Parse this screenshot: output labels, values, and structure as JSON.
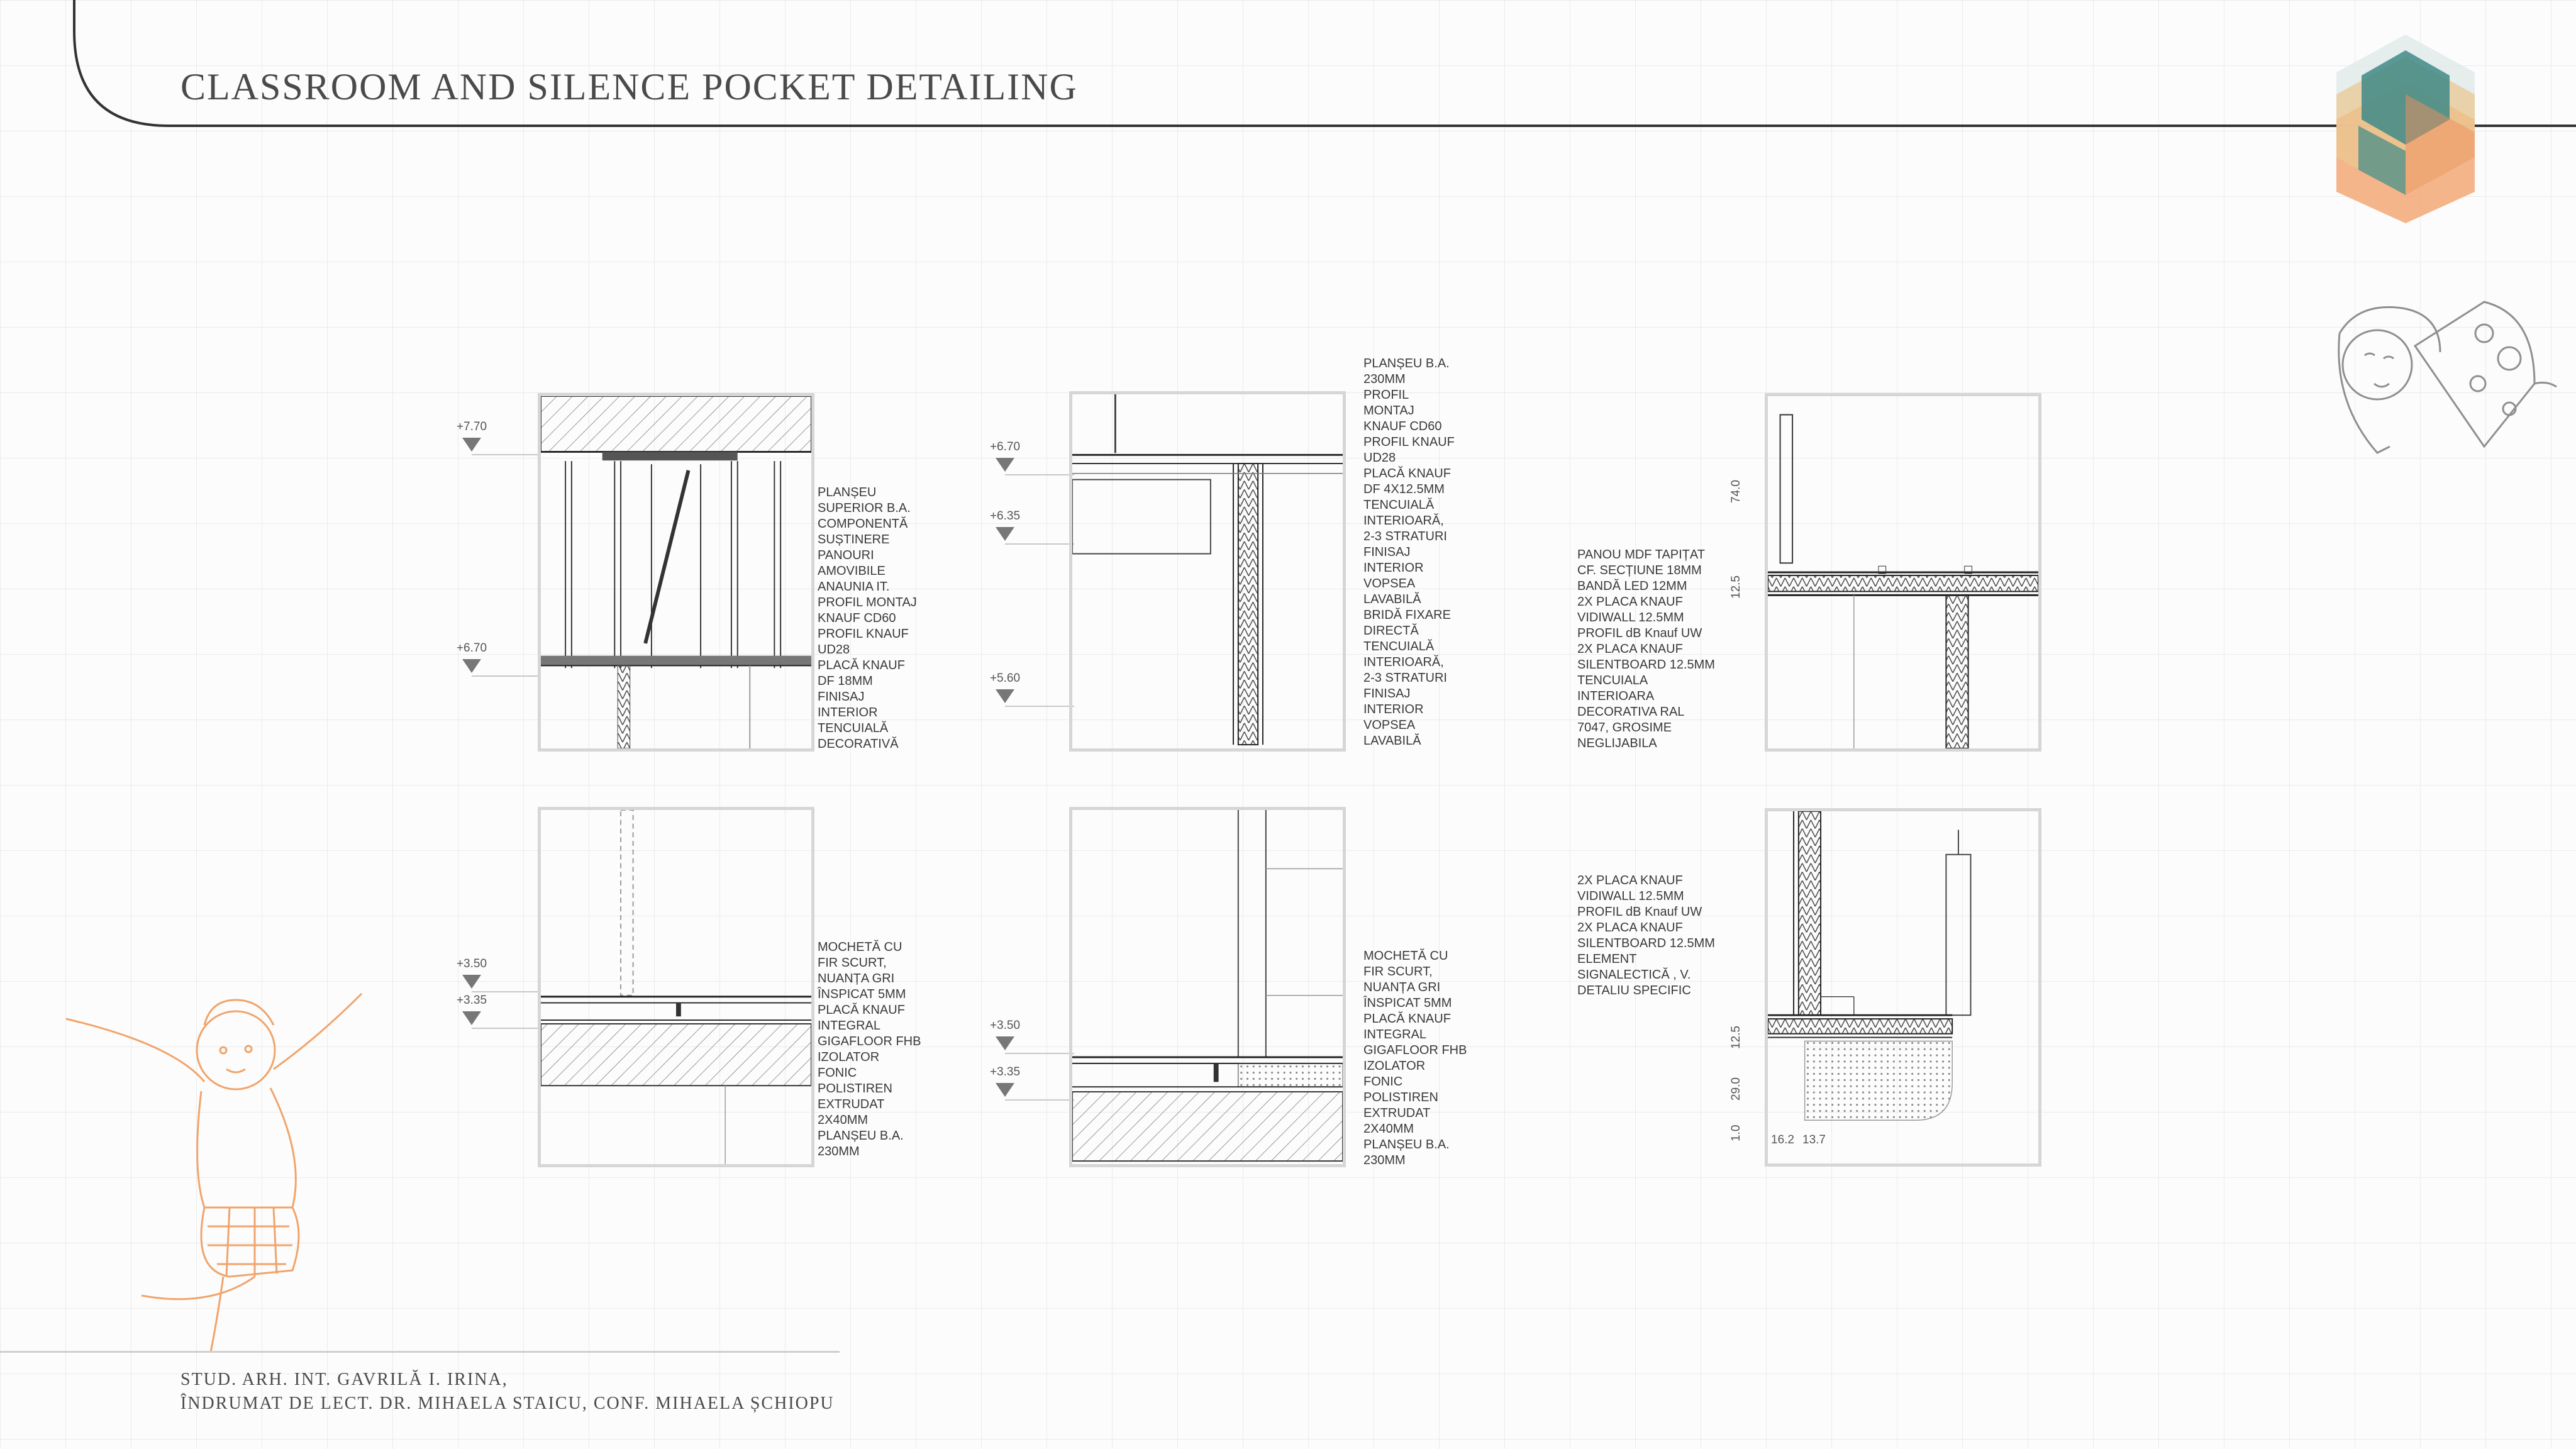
{
  "title": "CLASSROOM AND SILENCE POCKET DETAILING",
  "credits": {
    "line1": "STUD. ARH. INT. GAVRILĂ I. IRINA,",
    "line2": "ÎNDRUMAT DE LECT. DR. MIHAELA STAICU, CONF. MIHAELA ȘCHIOPU"
  },
  "colors": {
    "accent_orange": "#f0a46c",
    "logo_teal": "#3f8a87",
    "logo_sand": "#e9c891",
    "line": "#222222",
    "panel_border": "#d6d6d6"
  },
  "icons": {
    "logo": "hexagon-cube-logo-icon",
    "mascot_top": "sketch-child-with-cheese-icon",
    "mascot_bottom": "sketch-dancing-child-icon",
    "level_marker": "level-triangle-icon"
  },
  "details": {
    "top_left": {
      "levels": [
        "+7.70",
        "+6.70"
      ],
      "notes": [
        "PLANȘEU",
        "SUPERIOR B.A.",
        "COMPONENTĂ",
        "SUȘTINERE",
        "PANOURI",
        "AMOVIBILE",
        "ANAUNIA IT.",
        "PROFIL MONTAJ",
        "KNAUF CD60",
        "PROFIL KNAUF",
        "UD28",
        "PLACĂ KNAUF",
        "DF 18MM",
        "FINISAJ",
        "INTERIOR",
        "TENCUIALĂ",
        "DECORATIVĂ"
      ]
    },
    "top_middle": {
      "levels": [
        "+6.70",
        "+6.35",
        "+5.60"
      ],
      "notes": [
        "PLANȘEU B.A.",
        "230MM",
        "PROFIL",
        "MONTAJ",
        "KNAUF CD60",
        "PROFIL KNAUF",
        "UD28",
        "PLACĂ KNAUF",
        "DF 4X12.5MM",
        "TENCUIALĂ",
        "INTERIOARĂ,",
        "2-3 STRATURI",
        "FINISAJ",
        "INTERIOR",
        "VOPSEA",
        "LAVABILĂ",
        "BRIDĂ FIXARE",
        "DIRECTĂ",
        "TENCUIALĂ",
        "INTERIOARĂ,",
        "2-3 STRATURI",
        "FINISAJ",
        "INTERIOR",
        "VOPSEA",
        "LAVABILĂ"
      ]
    },
    "top_right": {
      "dims": [
        "74.0",
        "12.5"
      ],
      "notes": [
        "PANOU MDF TAPIȚAT",
        "CF. SECȚIUNE 18MM",
        "BANDĂ LED 12MM",
        "2X PLACA KNAUF",
        "VIDIWALL 12.5MM",
        "PROFIL dB Knauf UW",
        "2X PLACA KNAUF",
        "SILENTBOARD 12.5MM",
        "TENCUIALA",
        "INTERIOARA",
        "DECORATIVA RAL",
        "7047, GROSIME",
        "NEGLIJABILA"
      ]
    },
    "bottom_left": {
      "levels": [
        "+3.50",
        "+3.35"
      ],
      "notes": [
        "MOCHETĂ CU",
        "FIR SCURT,",
        "NUANȚA GRI",
        "ÎNSPICAT 5MM",
        "PLACĂ KNAUF",
        "INTEGRAL",
        "GIGAFLOOR FHB",
        "IZOLATOR",
        "FONIC",
        "POLISTIREN",
        "EXTRUDAT",
        "2X40MM",
        "PLANȘEU B.A.",
        "230MM"
      ]
    },
    "bottom_middle": {
      "levels": [
        "+3.50",
        "+3.35"
      ],
      "notes": [
        "MOCHETĂ CU",
        "FIR SCURT,",
        "NUANȚA GRI",
        "ÎNSPICAT 5MM",
        "PLACĂ KNAUF",
        "INTEGRAL",
        "GIGAFLOOR FHB",
        "IZOLATOR",
        "FONIC",
        "POLISTIREN",
        "EXTRUDAT",
        "2X40MM",
        "PLANȘEU B.A.",
        "230MM"
      ]
    },
    "bottom_right": {
      "dims": [
        "12.5",
        "29.0",
        "1.0",
        "16.2",
        "13.7"
      ],
      "notes": [
        "2X PLACA KNAUF",
        "VIDIWALL 12.5MM",
        "PROFIL dB Knauf UW",
        "2X PLACA KNAUF",
        "SILENTBOARD 12.5MM",
        "ELEMENT",
        "SIGNALECTICĂ , V.",
        "DETALIU SPECIFIC"
      ]
    }
  }
}
